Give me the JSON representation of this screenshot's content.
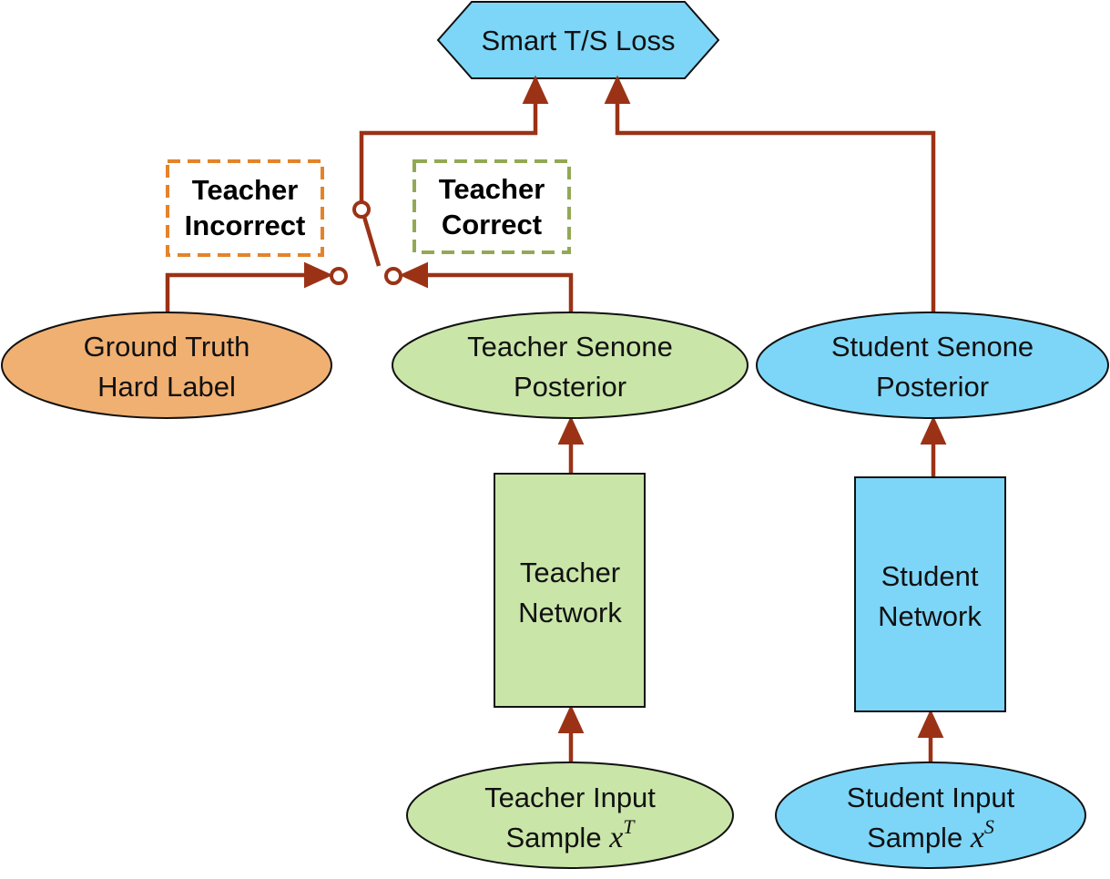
{
  "diagram": {
    "loss": {
      "label": "Smart T/S Loss"
    },
    "switch": {
      "incorrect_label": [
        "Teacher",
        "Incorrect"
      ],
      "correct_label": [
        "Teacher",
        "Correct"
      ]
    },
    "ground_truth": {
      "lines": [
        "Ground Truth",
        "Hard Label"
      ]
    },
    "teacher_posterior": {
      "lines": [
        "Teacher Senone",
        "Posterior"
      ]
    },
    "student_posterior": {
      "lines": [
        "Student Senone",
        "Posterior"
      ]
    },
    "teacher_network": {
      "lines": [
        "Teacher",
        "Network"
      ]
    },
    "student_network": {
      "lines": [
        "Student",
        "Network"
      ]
    },
    "teacher_input": {
      "line1": "Teacher Input",
      "line2_prefix": "Sample ",
      "var": "x",
      "sup": "T"
    },
    "student_input": {
      "line1": "Student Input",
      "line2_prefix": "Sample ",
      "var": "x",
      "sup": "S"
    },
    "colors": {
      "arrow": "#9B3216",
      "teacher_fill": "#C9E5A8",
      "student_fill": "#7DD6F8",
      "ground_truth_fill": "#F0B072",
      "incorrect_border": "#E3832A",
      "correct_border": "#93A855"
    }
  }
}
